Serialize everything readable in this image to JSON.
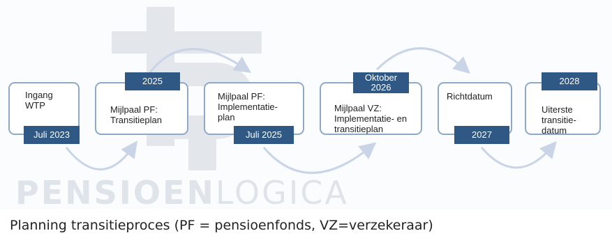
{
  "watermark": {
    "text_bold": "PENSIOEN",
    "text_light": "LOGICA"
  },
  "steps": [
    {
      "text": "Ingang\nWTP",
      "date": "Juli 2023"
    },
    {
      "text": "Mijlpaal PF:\nTransitieplan",
      "date": "2025"
    },
    {
      "text": "Mijlpaal PF:\nImplementatie-\nplan",
      "date": "Juli 2025"
    },
    {
      "text": "Mijlpaal VZ:\nImplementatie- en\ntransitieplan",
      "date": "Oktober\n2026"
    },
    {
      "text": "Richtdatum",
      "date": "2027"
    },
    {
      "text": "Uiterste\ntransitie-\ndatum",
      "date": "2028"
    }
  ],
  "caption": "Planning transitieproces (PF = pensioenfonds, VZ=verzekeraar)",
  "colors": {
    "tag": "#2f5885",
    "box_border": "#8ea9c8",
    "arrow": "#c9d4e6",
    "watermark": "#dfe4ea"
  }
}
